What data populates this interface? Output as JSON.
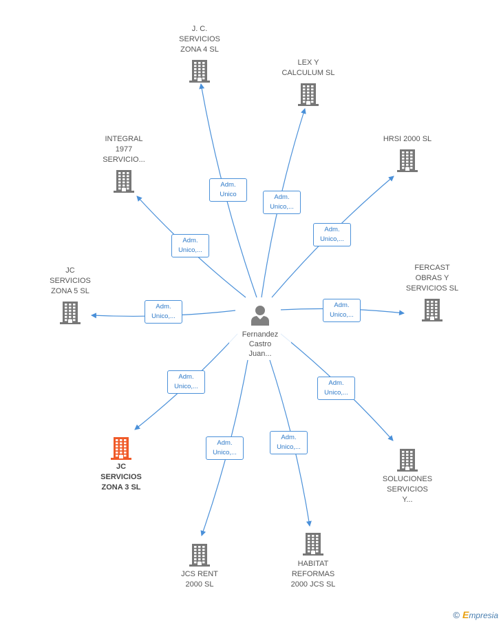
{
  "center": {
    "name": "Fernandez\nCastro\nJuan...",
    "icon": "person-icon"
  },
  "companies": [
    {
      "id": "jc-servicios-zona-4",
      "name": "J.  C.\nSERVICIOS\nZONA 4 SL",
      "relation": "Adm.\nUnico",
      "highlight": false
    },
    {
      "id": "lex-y-calculum",
      "name": "LEX Y\nCALCULUM SL",
      "relation": "Adm.\nUnico,...",
      "highlight": false
    },
    {
      "id": "integral-1977",
      "name": "INTEGRAL\n1977\nSERVICIO...",
      "relation": "Adm.\nUnico,...",
      "highlight": false
    },
    {
      "id": "hrsi-2000",
      "name": "HRSI 2000  SL",
      "relation": "Adm.\nUnico,...",
      "highlight": false
    },
    {
      "id": "jc-servicios-zona-5",
      "name": "JC\nSERVICIOS\nZONA 5  SL",
      "relation": "Adm.\nUnico,...",
      "highlight": false
    },
    {
      "id": "fercast",
      "name": "FERCAST\nOBRAS Y\nSERVICIOS  SL",
      "relation": "Adm.\nUnico,...",
      "highlight": false
    },
    {
      "id": "jc-servicios-zona-3",
      "name": "JC\nSERVICIOS\nZONA 3  SL",
      "relation": "Adm.\nUnico,...",
      "highlight": true
    },
    {
      "id": "soluciones-servicios",
      "name": "SOLUCIONES\nSERVICIOS\nY...",
      "relation": "Adm.\nUnico,...",
      "highlight": false
    },
    {
      "id": "jcs-rent-2000",
      "name": "JCS RENT\n2000  SL",
      "relation": "Adm.\nUnico,...",
      "highlight": false
    },
    {
      "id": "habitat-reformas",
      "name": "HABITAT\nREFORMAS\n2000 JCS  SL",
      "relation": "Adm.\nUnico,...",
      "highlight": false
    }
  ],
  "colors": {
    "edge": "#4a90d9",
    "building": "#777777",
    "highlight": "#f05a28",
    "person": "#808080"
  },
  "brand": {
    "copyright": "©",
    "initial": "E",
    "rest": "mpresia"
  }
}
